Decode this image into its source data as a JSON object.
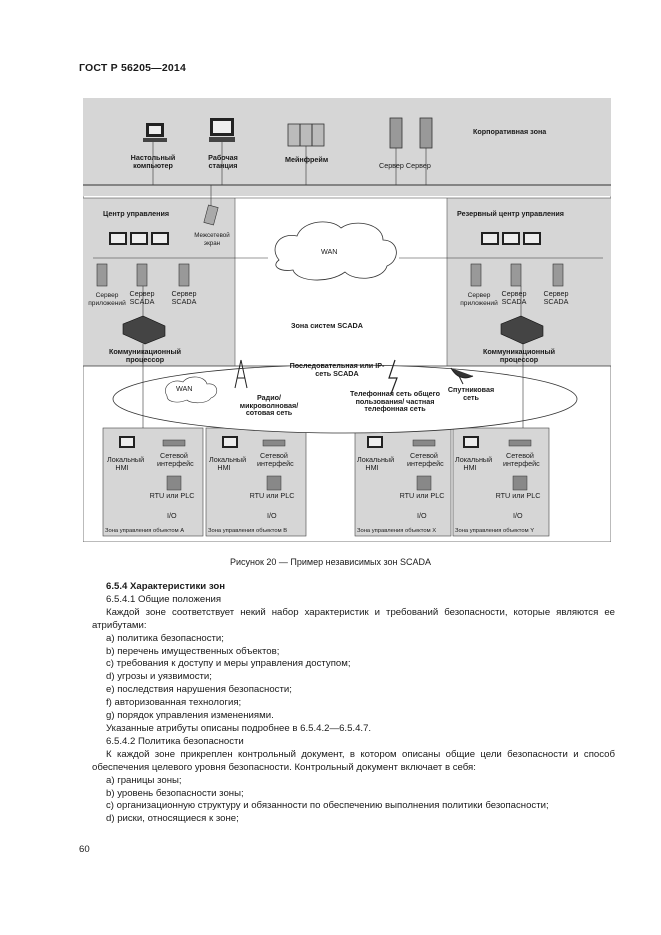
{
  "header": {
    "standard": "ГОСТ Р 56205—2014"
  },
  "figure": {
    "corporate_zone": "Корпоративная зона",
    "desktop": "Настольный компьютер",
    "workstation": "Рабочая станция",
    "mainframe": "Мейнфрейм",
    "server": "Сервер Сервер",
    "control_center": "Центр управления",
    "backup_center": "Резервный центр управления",
    "firewall": "Межсетевой экран",
    "wan_top": "WAN",
    "app_server": "Сервер приложений",
    "scada_server": "Сервер SCADA",
    "comm_processor": "Коммуникационный процессор",
    "scada_zone": "Зона систем SCADA",
    "serial_ip": "Последовательная или IP-сеть SCADA",
    "wan_bottom": "WAN",
    "radio": "Радио/микроволновая/ сотовая сеть",
    "phone": "Телефонная сеть общего пользования/ частная телефонная сеть",
    "satellite": "Спутниковая сеть",
    "local_hmi": "Локальный HMI",
    "net_interface": "Сетевой интерфейс",
    "rtu_plc": "RTU или PLC",
    "io": "I/O",
    "zones": [
      "Зона управления объектом А",
      "Зона управления объектом B",
      "Зона управления объектом X",
      "Зона управления объектом Y"
    ]
  },
  "caption": "Рисунок 20 — Пример независимых зон SCADA",
  "text": {
    "s654": "6.5.4 Характеристики зон",
    "s6541": "6.5.4.1 Общие положения",
    "p1": "Каждой зоне соответствует некий набор характеристик и требований безопасности, которые являются ее атрибутами:",
    "list1": [
      "a) политика безопасности;",
      "b) перечень имущественных объектов;",
      "c) требования к доступу и меры управления доступом;",
      "d) угрозы и уязвимости;",
      "e) последствия нарушения безопасности;",
      "f) авторизованная технология;",
      "g) порядок управления изменениями."
    ],
    "p2": "Указанные атрибуты описаны подробнее в 6.5.4.2—6.5.4.7.",
    "s6542": "6.5.4.2 Политика безопасности",
    "p3": "К каждой зоне прикреплен контрольный документ, в котором описаны общие цели безопасности и способ обеспечения целевого уровня безопасности. Контрольный документ включает в себя:",
    "list2": [
      "a) границы зоны;",
      "b) уровень безопасности зоны;",
      "c) организационную структуру и обязанности по обеспечению выполнения политики безопасности;",
      "d) риски, относящиеся к зоне;"
    ]
  },
  "page_number": "60"
}
